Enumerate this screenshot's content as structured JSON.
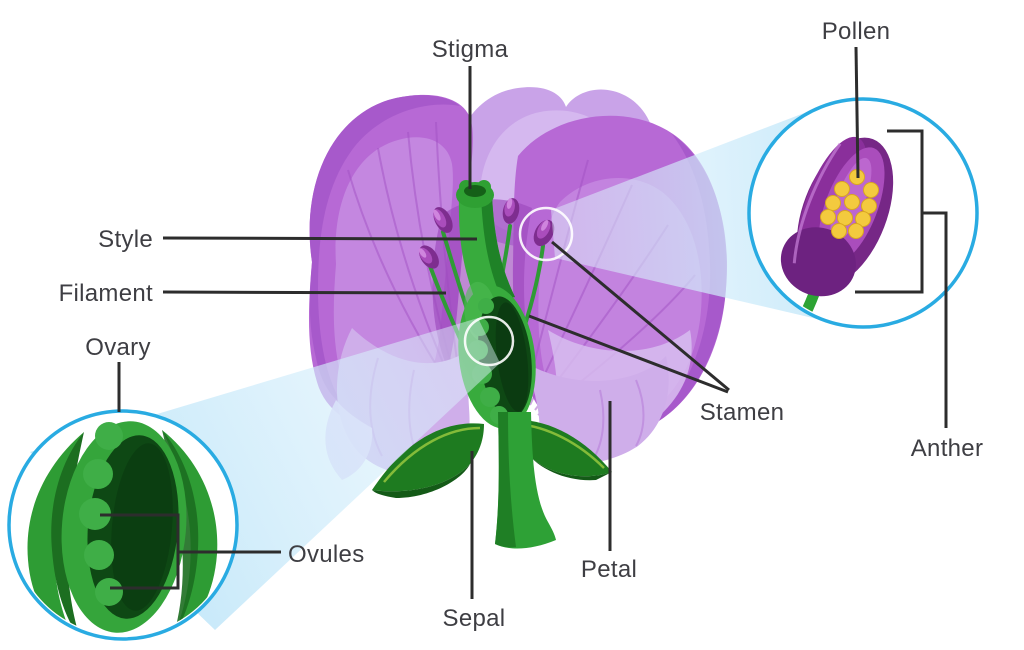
{
  "figure": {
    "type": "labeled-diagram",
    "subject": "Parts of a flower",
    "labels": {
      "stigma": "Stigma",
      "style": "Style",
      "filament": "Filament",
      "ovary": "Ovary",
      "ovules": "Ovules",
      "sepal": "Sepal",
      "petal": "Petal",
      "stamen": "Stamen",
      "pollen": "Pollen",
      "anther": "Anther"
    },
    "insets": {
      "ovary_detail": "Magnified ovary cross-section showing ovules",
      "anther_detail": "Magnified stamen tip showing anther and pollen"
    },
    "colors": {
      "label_color": "#3e3e43",
      "line_color": "#2d2d2d",
      "inset_ring": "#29abe2",
      "beam_blue": "#c7e9f9",
      "petal_main": "#b769d5",
      "petal_light": "#c78ee2",
      "petal_back": "#c9a3e8",
      "pistil_green": "#38ab3d",
      "pistil_dark": "#1e8026",
      "ovary_interior": "#0e4814",
      "ovule_green": "#3fae47",
      "anther_purple": "#7e2d8f",
      "anther_purple_light": "#aa4dbc",
      "pollen_yellow": "#f3ca3e",
      "stem_green": "#2ea136",
      "sepal_green": "#1e7b20"
    }
  }
}
